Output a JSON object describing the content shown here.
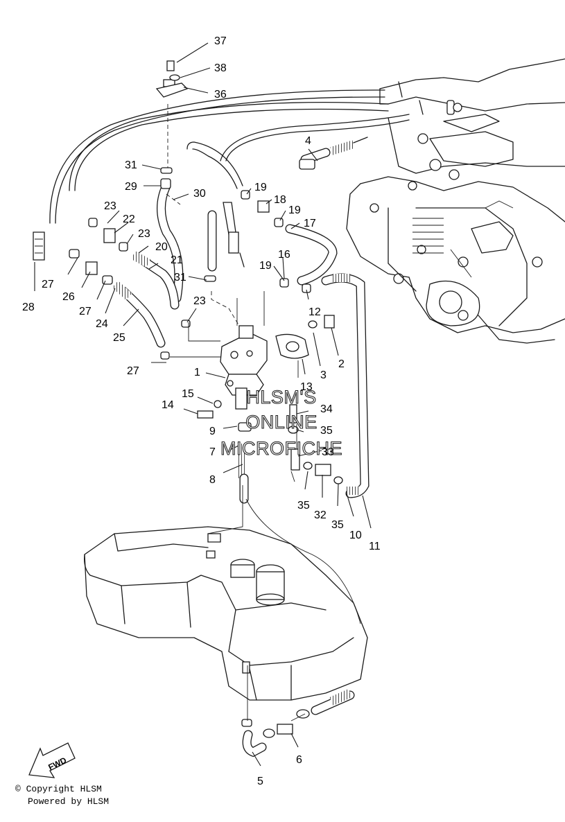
{
  "callouts": [
    {
      "id": "c37",
      "label": "37"
    },
    {
      "id": "c38",
      "label": "38"
    },
    {
      "id": "c36",
      "label": "36"
    },
    {
      "id": "c4",
      "label": "4"
    },
    {
      "id": "c31a",
      "label": "31"
    },
    {
      "id": "c29",
      "label": "29"
    },
    {
      "id": "c30",
      "label": "30"
    },
    {
      "id": "c19a",
      "label": "19"
    },
    {
      "id": "c18",
      "label": "18"
    },
    {
      "id": "c19b",
      "label": "19"
    },
    {
      "id": "c17",
      "label": "17"
    },
    {
      "id": "c23a",
      "label": "23"
    },
    {
      "id": "c22",
      "label": "22"
    },
    {
      "id": "c23b",
      "label": "23"
    },
    {
      "id": "c20",
      "label": "20"
    },
    {
      "id": "c21",
      "label": "21"
    },
    {
      "id": "c16",
      "label": "16"
    },
    {
      "id": "c19c",
      "label": "19"
    },
    {
      "id": "c31b",
      "label": "31"
    },
    {
      "id": "c23c",
      "label": "23"
    },
    {
      "id": "c12",
      "label": "12"
    },
    {
      "id": "c28",
      "label": "28"
    },
    {
      "id": "c27a",
      "label": "27"
    },
    {
      "id": "c26",
      "label": "26"
    },
    {
      "id": "c27b",
      "label": "27"
    },
    {
      "id": "c24",
      "label": "24"
    },
    {
      "id": "c25",
      "label": "25"
    },
    {
      "id": "c2",
      "label": "2"
    },
    {
      "id": "c3",
      "label": "3"
    },
    {
      "id": "c27c",
      "label": "27"
    },
    {
      "id": "c1",
      "label": "1"
    },
    {
      "id": "c13",
      "label": "13"
    },
    {
      "id": "c15",
      "label": "15"
    },
    {
      "id": "c14",
      "label": "14"
    },
    {
      "id": "c34",
      "label": "34"
    },
    {
      "id": "c9",
      "label": "9"
    },
    {
      "id": "c35a",
      "label": "35"
    },
    {
      "id": "c7",
      "label": "7"
    },
    {
      "id": "c33",
      "label": "33"
    },
    {
      "id": "c8",
      "label": "8"
    },
    {
      "id": "c35b",
      "label": "35"
    },
    {
      "id": "c32",
      "label": "32"
    },
    {
      "id": "c35c",
      "label": "35"
    },
    {
      "id": "c10",
      "label": "10"
    },
    {
      "id": "c11",
      "label": "11"
    },
    {
      "id": "c6",
      "label": "6"
    },
    {
      "id": "c5",
      "label": "5"
    }
  ],
  "watermark": [
    "HLSM'S",
    "ONLINE",
    "MICROFICHE"
  ],
  "fwd_label": "FWD",
  "copyright": "© Copyright HLSM",
  "powered_by": "Powered by HLSM"
}
